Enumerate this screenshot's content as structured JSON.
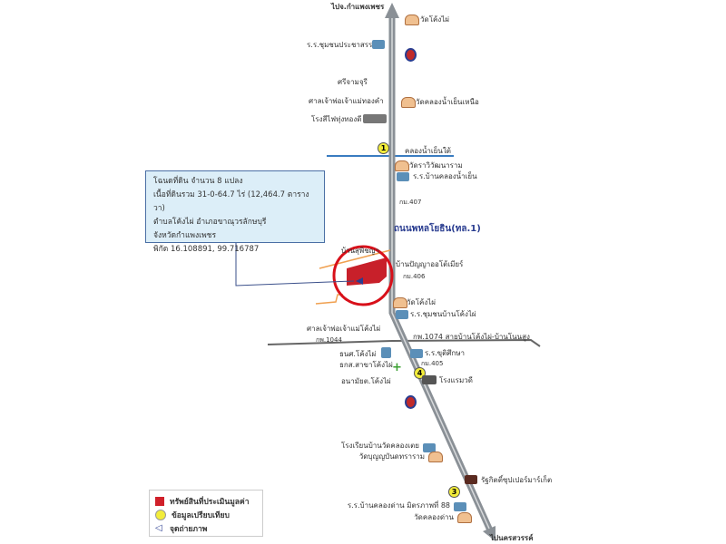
{
  "directions": {
    "north": "ไปจ.กำแพงเพชร",
    "south": "ไปนครสวรรค์"
  },
  "road_name": "ถนนพหลโยธิน(ทล.1)",
  "canal": "คลองน้ำเย็นใต้",
  "info_box": {
    "line1": "โฉนดที่ดิน จำนวน 8 แปลง",
    "line2": "เนื้อที่ดินรวม 31-0-64.7 ไร่ (12,464.7 ตารางวา)",
    "line3": "ตำบลโค้งไผ่  อำเภอขาณุวรลักษบุรี",
    "line4": "จังหวัดกำแพงเพชร",
    "line5": "พิกัด 16.108891, 99.716787"
  },
  "landmarks": {
    "l1": "วัดโค้งไผ่",
    "l2": "ร.ร.ชุมชนประชาสรรค์",
    "l3": "ศรีจามจุรี",
    "l4": "ศาลเจ้าพ่อเจ้าแม่ทองคำ",
    "l5": "วัดคลองน้ำเย็นเหนือ",
    "l6": "โรงสีไฟทุ่งทองดี",
    "l7": "วัดราวิวัฒนาราม",
    "l8": "ร.ร.บ้านคลองน้ำเย็น",
    "l9": "กม.407",
    "l10": "บ้านสุพิชญา",
    "l11": "บ้านปัญญาออโต้เมียร์",
    "l12": "กม.406",
    "l13": "วัดโค้งไผ่",
    "l14": "ร.ร.ชุมชนบ้านโค้งไผ่",
    "l15": "ศาลเจ้าพ่อเจ้าแม่โค้งไผ่",
    "l16": "กพ.1044",
    "l17": "กพ.1074 สายบ้านโค้งไผ่-บ้านโนนสูง",
    "l18": "ธนศ.โค้งไผ่",
    "l19": "ร.ร.ขุติศึกษา",
    "l20": "ธกส.สาขาโค้งไผ่",
    "l21": "กม.405",
    "l22": "โรงแรมวดี",
    "l23": "อนามัยต.โค้งไผ่",
    "l24": "โรงเรียนบ้านวัดคลองเตย",
    "l25": "วัดบุญญบันดทราราม",
    "l26": "รัฐกิตติ์ซุปเปอร์มาร์เก็ต",
    "l27": "ร.ร.บ้านคลองด่าน มิตรภาพที่ 88",
    "l28": "วัดคลองด่าน"
  },
  "markers": {
    "m1": "1",
    "m4": "4",
    "m3": "3"
  },
  "legend": {
    "subject": "ทรัพย์สินที่ประเมินมูลค่า",
    "comparable": "ข้อมูลเปรียบเทียบ",
    "photo": "จุดถ่ายภาพ"
  },
  "colors": {
    "subject": "#d0202a",
    "comparable": "#f2ec3a",
    "road": "#9aa0a6",
    "canal": "#3a7cc0"
  }
}
